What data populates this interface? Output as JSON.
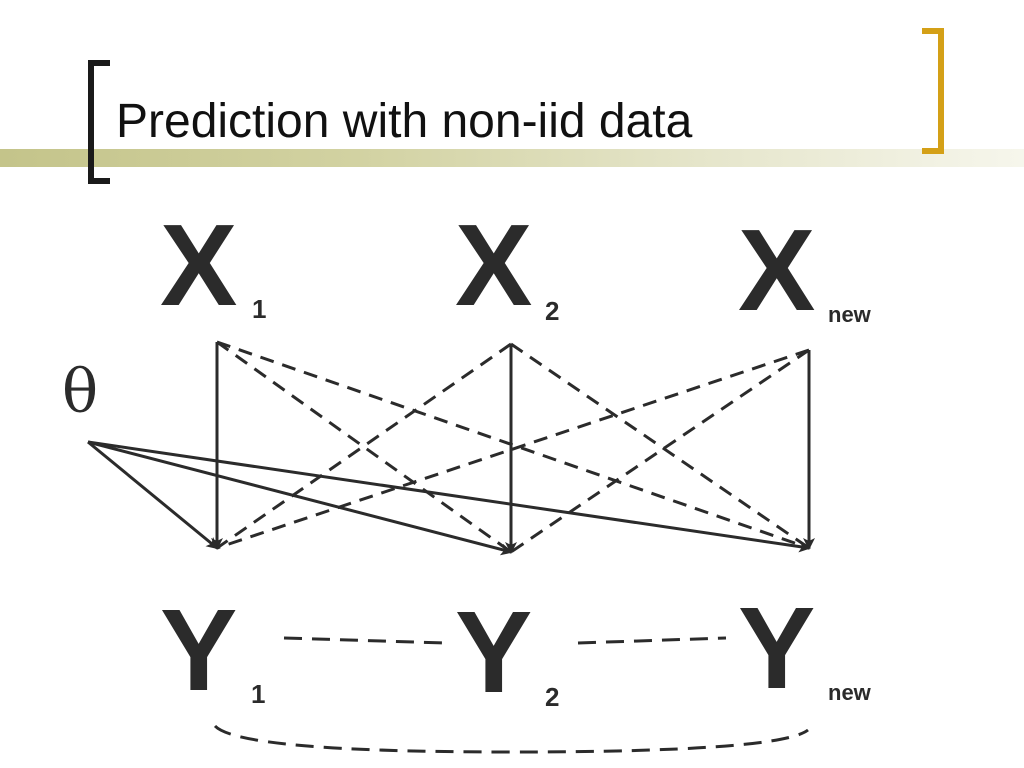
{
  "slide": {
    "title": "Prediction with non-iid data",
    "accent_color": "#d4a017",
    "bar_color": "#c4c48a"
  },
  "nodes": {
    "x1": {
      "main": "X",
      "sub": "1"
    },
    "x2": {
      "main": "X",
      "sub": "2"
    },
    "xnew": {
      "main": "X",
      "sub": "new"
    },
    "y1": {
      "main": "Y",
      "sub": "1"
    },
    "y2": {
      "main": "Y",
      "sub": "2"
    },
    "ynew": {
      "main": "Y",
      "sub": "new"
    },
    "theta": {
      "main": "θ"
    }
  },
  "edges": {
    "solid": [
      [
        "x1",
        "y1"
      ],
      [
        "x2",
        "y2"
      ],
      [
        "xnew",
        "ynew"
      ],
      [
        "theta",
        "y1"
      ],
      [
        "theta",
        "y2"
      ],
      [
        "theta",
        "ynew"
      ]
    ],
    "dashed": [
      [
        "x1",
        "y2"
      ],
      [
        "x1",
        "ynew"
      ],
      [
        "x2",
        "y1"
      ],
      [
        "x2",
        "ynew"
      ],
      [
        "xnew",
        "y1"
      ],
      [
        "xnew",
        "y2"
      ]
    ],
    "undirected_dashed": [
      [
        "y1",
        "y2"
      ],
      [
        "y2",
        "ynew"
      ],
      [
        "y1",
        "ynew"
      ]
    ]
  }
}
